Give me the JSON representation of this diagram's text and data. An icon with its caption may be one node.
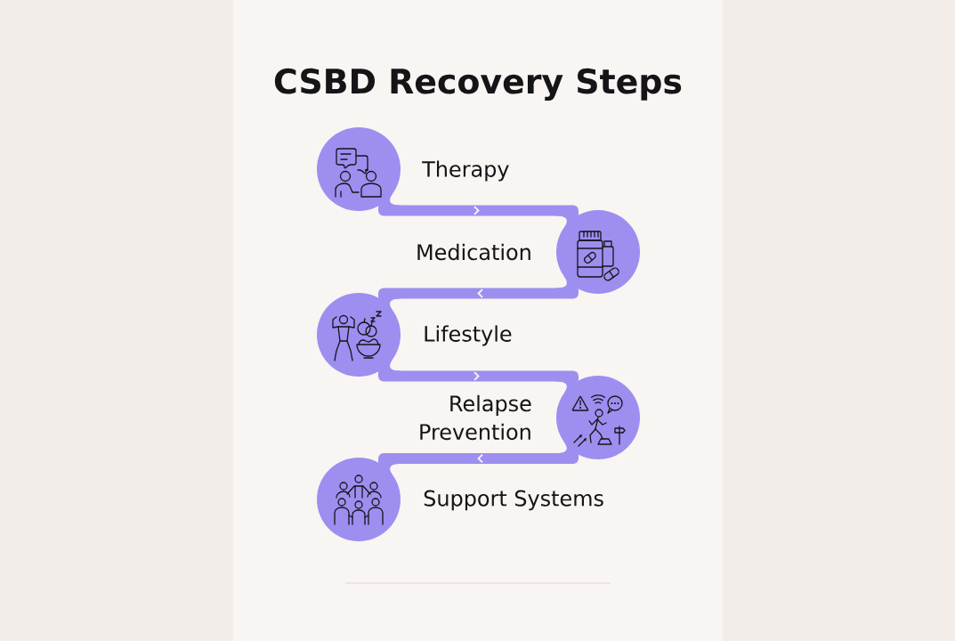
{
  "diagram": {
    "title": "CSBD Recovery Steps",
    "nodes": [
      {
        "text": [
          "Therapy"
        ]
      },
      {
        "text": [
          "Medication"
        ]
      },
      {
        "text": [
          "Lifestyle"
        ]
      },
      {
        "text": [
          "Relapse Prevention"
        ]
      },
      {
        "text": [
          "Support Systems"
        ]
      }
    ],
    "edges": [
      {
        "from": 0,
        "to": 1,
        "arrow": "to"
      },
      {
        "from": 1,
        "to": 2,
        "arrow": "to"
      },
      {
        "from": 2,
        "to": 3,
        "arrow": "to"
      },
      {
        "from": 3,
        "to": 4,
        "arrow": "to"
      }
    ]
  }
}
